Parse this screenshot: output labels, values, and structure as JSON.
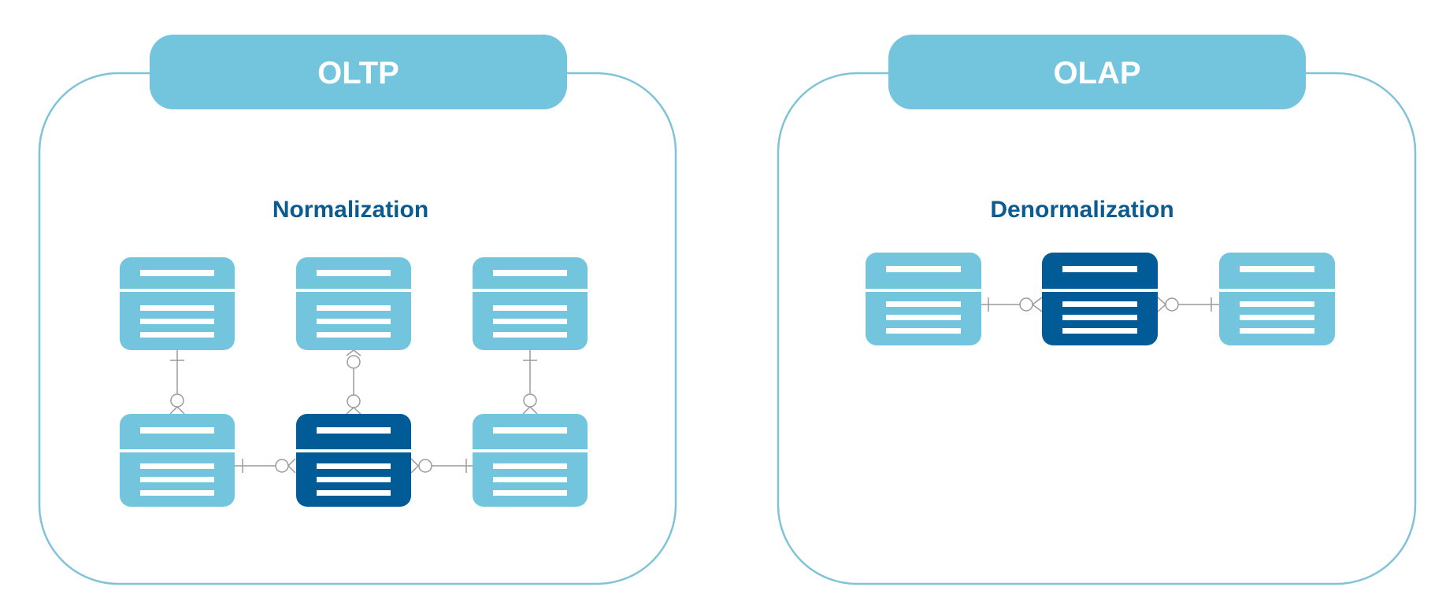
{
  "panels": [
    {
      "id": "oltp",
      "title": "OLTP",
      "subtitle": "Normalization"
    },
    {
      "id": "olap",
      "title": "OLAP",
      "subtitle": "Denormalization"
    }
  ],
  "colors": {
    "panel_border": "#7fc3d8",
    "title_bar": "#72c5dc",
    "title_text": "#ffffff",
    "subtitle_text": "#0b5b91",
    "entity_light": "#72c5dc",
    "entity_dark": "#005b96",
    "entity_line": "#ffffff",
    "connector": "#9a9a9a"
  },
  "icons": {
    "entity": "table-entity-icon",
    "relationship": "crows-foot-relationship"
  }
}
